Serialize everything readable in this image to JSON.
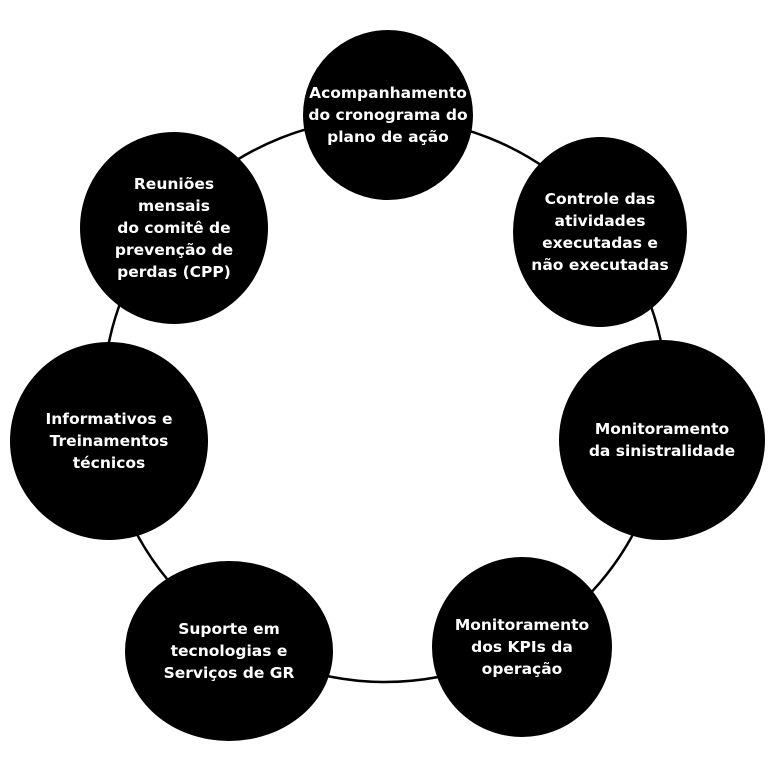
{
  "colors": {
    "background": "#ffffff",
    "node_fill": "#000000",
    "node_text": "#ffffff",
    "ring_stroke": "#000000"
  },
  "nodes": [
    {
      "id": "acompanhamento",
      "lines": [
        "Acompanhamento",
        "do cronograma do",
        "plano de ação"
      ]
    },
    {
      "id": "controle",
      "lines": [
        "Controle das",
        "atividades",
        "executadas e",
        "não executadas"
      ]
    },
    {
      "id": "sinistralidade",
      "lines": [
        "Monitoramento",
        "da sinistralidade"
      ]
    },
    {
      "id": "kpis",
      "lines": [
        "Monitoramento",
        "dos KPIs da",
        "operação"
      ]
    },
    {
      "id": "suporte",
      "lines": [
        "Suporte em",
        "tecnologias e",
        "Serviços de GR"
      ]
    },
    {
      "id": "informativos",
      "lines": [
        "Informativos e",
        "Treinamentos",
        "técnicos"
      ]
    },
    {
      "id": "reunioes",
      "lines": [
        "Reuniões",
        "mensais",
        "do comitê de",
        "prevenção de",
        "perdas (CPP)"
      ]
    }
  ]
}
